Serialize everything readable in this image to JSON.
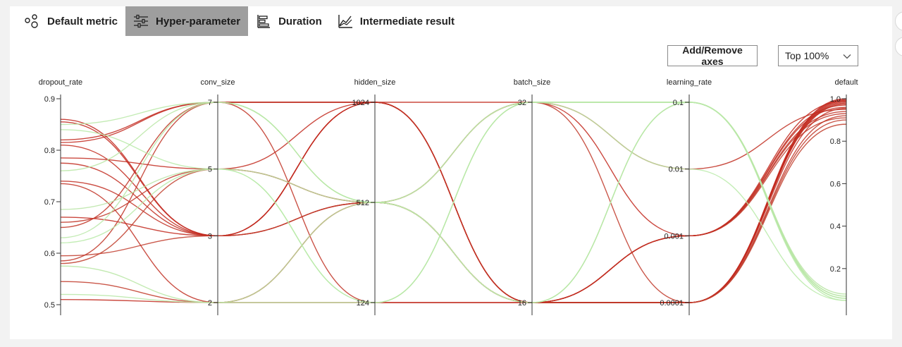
{
  "tabs": [
    {
      "label": "Default metric",
      "icon": "scatter-icon",
      "active": false
    },
    {
      "label": "Hyper-parameter",
      "icon": "sliders-icon",
      "active": true
    },
    {
      "label": "Duration",
      "icon": "bar-chart-icon",
      "active": false
    },
    {
      "label": "Intermediate result",
      "icon": "line-chart-icon",
      "active": false
    }
  ],
  "toolbar": {
    "add_remove_axes_label": "Add/Remove axes",
    "top_select_value": "Top 100%"
  },
  "chart_data": {
    "type": "parallel_coordinates",
    "color_scale": {
      "low": "#b8eeab",
      "high": "#c2261c"
    },
    "axes": [
      {
        "name": "dropout_rate",
        "ticks": [
          "0.5",
          "0.6",
          "0.7",
          "0.8",
          "0.9"
        ],
        "range": [
          0.5,
          0.9
        ],
        "scale": "linear"
      },
      {
        "name": "conv_size",
        "ticks": [
          "2",
          "3",
          "5",
          "7"
        ],
        "values": [
          2,
          3,
          5,
          7
        ],
        "scale": "categorical"
      },
      {
        "name": "hidden_size",
        "ticks": [
          "124",
          "512",
          "1024"
        ],
        "values": [
          124,
          512,
          1024
        ],
        "scale": "categorical"
      },
      {
        "name": "batch_size",
        "ticks": [
          "16",
          "32"
        ],
        "values": [
          16,
          32
        ],
        "scale": "categorical"
      },
      {
        "name": "learning_rate",
        "ticks": [
          "0.0001",
          "0.001",
          "0.01",
          "0.1"
        ],
        "values": [
          0.0001,
          0.001,
          0.01,
          0.1
        ],
        "scale": "categorical"
      },
      {
        "name": "default",
        "ticks": [
          "0.2",
          "0.4",
          "0.6",
          "0.8",
          "1.0"
        ],
        "range": [
          0.03,
          1.0
        ],
        "scale": "linear"
      }
    ],
    "trials": [
      [
        0.86,
        3,
        1024,
        16,
        0.0001,
        1.0
      ],
      [
        0.855,
        3,
        1024,
        16,
        0.0001,
        0.995
      ],
      [
        0.82,
        7,
        1024,
        32,
        0.001,
        0.99
      ],
      [
        0.815,
        7,
        1024,
        16,
        0.0001,
        0.985
      ],
      [
        0.81,
        3,
        512,
        16,
        0.0001,
        0.98
      ],
      [
        0.785,
        5,
        1024,
        16,
        0.0001,
        0.975
      ],
      [
        0.775,
        3,
        512,
        16,
        0.001,
        0.96
      ],
      [
        0.74,
        3,
        1024,
        16,
        0.0001,
        0.955
      ],
      [
        0.735,
        2,
        512,
        32,
        0.01,
        0.95
      ],
      [
        0.67,
        3,
        1024,
        16,
        0.0001,
        0.99
      ],
      [
        0.66,
        5,
        512,
        16,
        0.001,
        0.94
      ],
      [
        0.65,
        7,
        124,
        16,
        0.001,
        0.93
      ],
      [
        0.595,
        3,
        512,
        32,
        0.0001,
        0.9
      ],
      [
        0.585,
        7,
        1024,
        16,
        0.0001,
        0.92
      ],
      [
        0.58,
        5,
        512,
        16,
        0.0001,
        0.88
      ],
      [
        0.545,
        2,
        512,
        16,
        0.001,
        0.91
      ],
      [
        0.51,
        2,
        124,
        16,
        0.001,
        0.97
      ],
      [
        0.85,
        7,
        512,
        16,
        0.1,
        0.06
      ],
      [
        0.84,
        5,
        124,
        32,
        0.1,
        0.05
      ],
      [
        0.76,
        7,
        512,
        16,
        0.1,
        0.07
      ],
      [
        0.685,
        5,
        512,
        32,
        0.1,
        0.08
      ],
      [
        0.63,
        7,
        512,
        16,
        0.1,
        0.06
      ],
      [
        0.62,
        5,
        124,
        32,
        0.01,
        0.05
      ],
      [
        0.575,
        2,
        512,
        32,
        0.1,
        0.07
      ],
      [
        0.52,
        2,
        124,
        32,
        0.1,
        0.06
      ]
    ],
    "xlabel": "",
    "ylabel": ""
  }
}
